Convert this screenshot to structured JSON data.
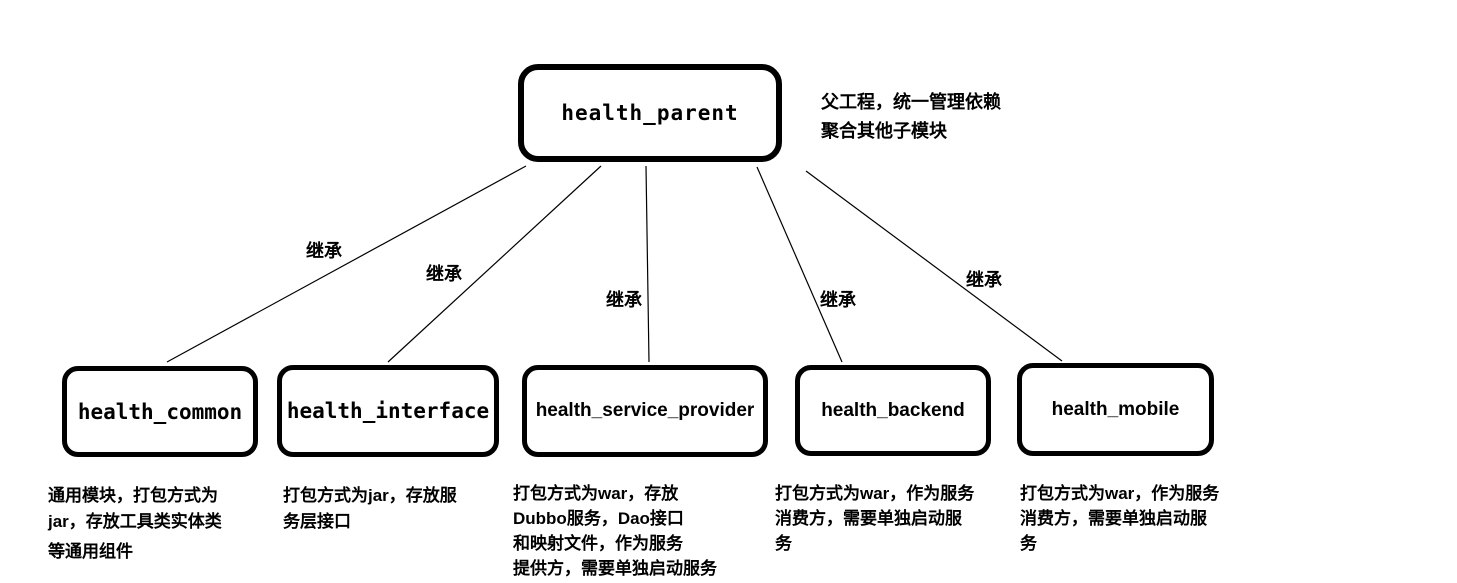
{
  "diagram": {
    "parent": {
      "label": "health_parent",
      "note": [
        "父工程，统一管理依赖",
        "聚合其他子模块"
      ]
    },
    "edges": [
      {
        "label": "继承"
      },
      {
        "label": "继承"
      },
      {
        "label": "继承"
      },
      {
        "label": "继承"
      },
      {
        "label": "继承"
      }
    ],
    "children": [
      {
        "label": "health_common",
        "desc": [
          "通用模块，打包方式为",
          "jar，存放工具类实体类",
          "等通用组件"
        ]
      },
      {
        "label": "health_interface",
        "desc": [
          "打包方式为jar，存放服",
          "务层接口"
        ]
      },
      {
        "label": "health_service_provider",
        "desc": [
          "打包方式为war，存放",
          "Dubbo服务，Dao接口",
          "和映射文件，作为服务",
          "提供方，需要单独启动服务"
        ]
      },
      {
        "label": "health_backend",
        "desc": [
          "打包方式为war，作为服务",
          "消费方，需要单独启动服",
          "务"
        ]
      },
      {
        "label": "health_mobile",
        "desc": [
          "打包方式为war，作为服务",
          "消费方，需要单独启动服",
          "务"
        ]
      }
    ],
    "colors": {
      "stroke": "#000000",
      "background": "#ffffff"
    }
  }
}
